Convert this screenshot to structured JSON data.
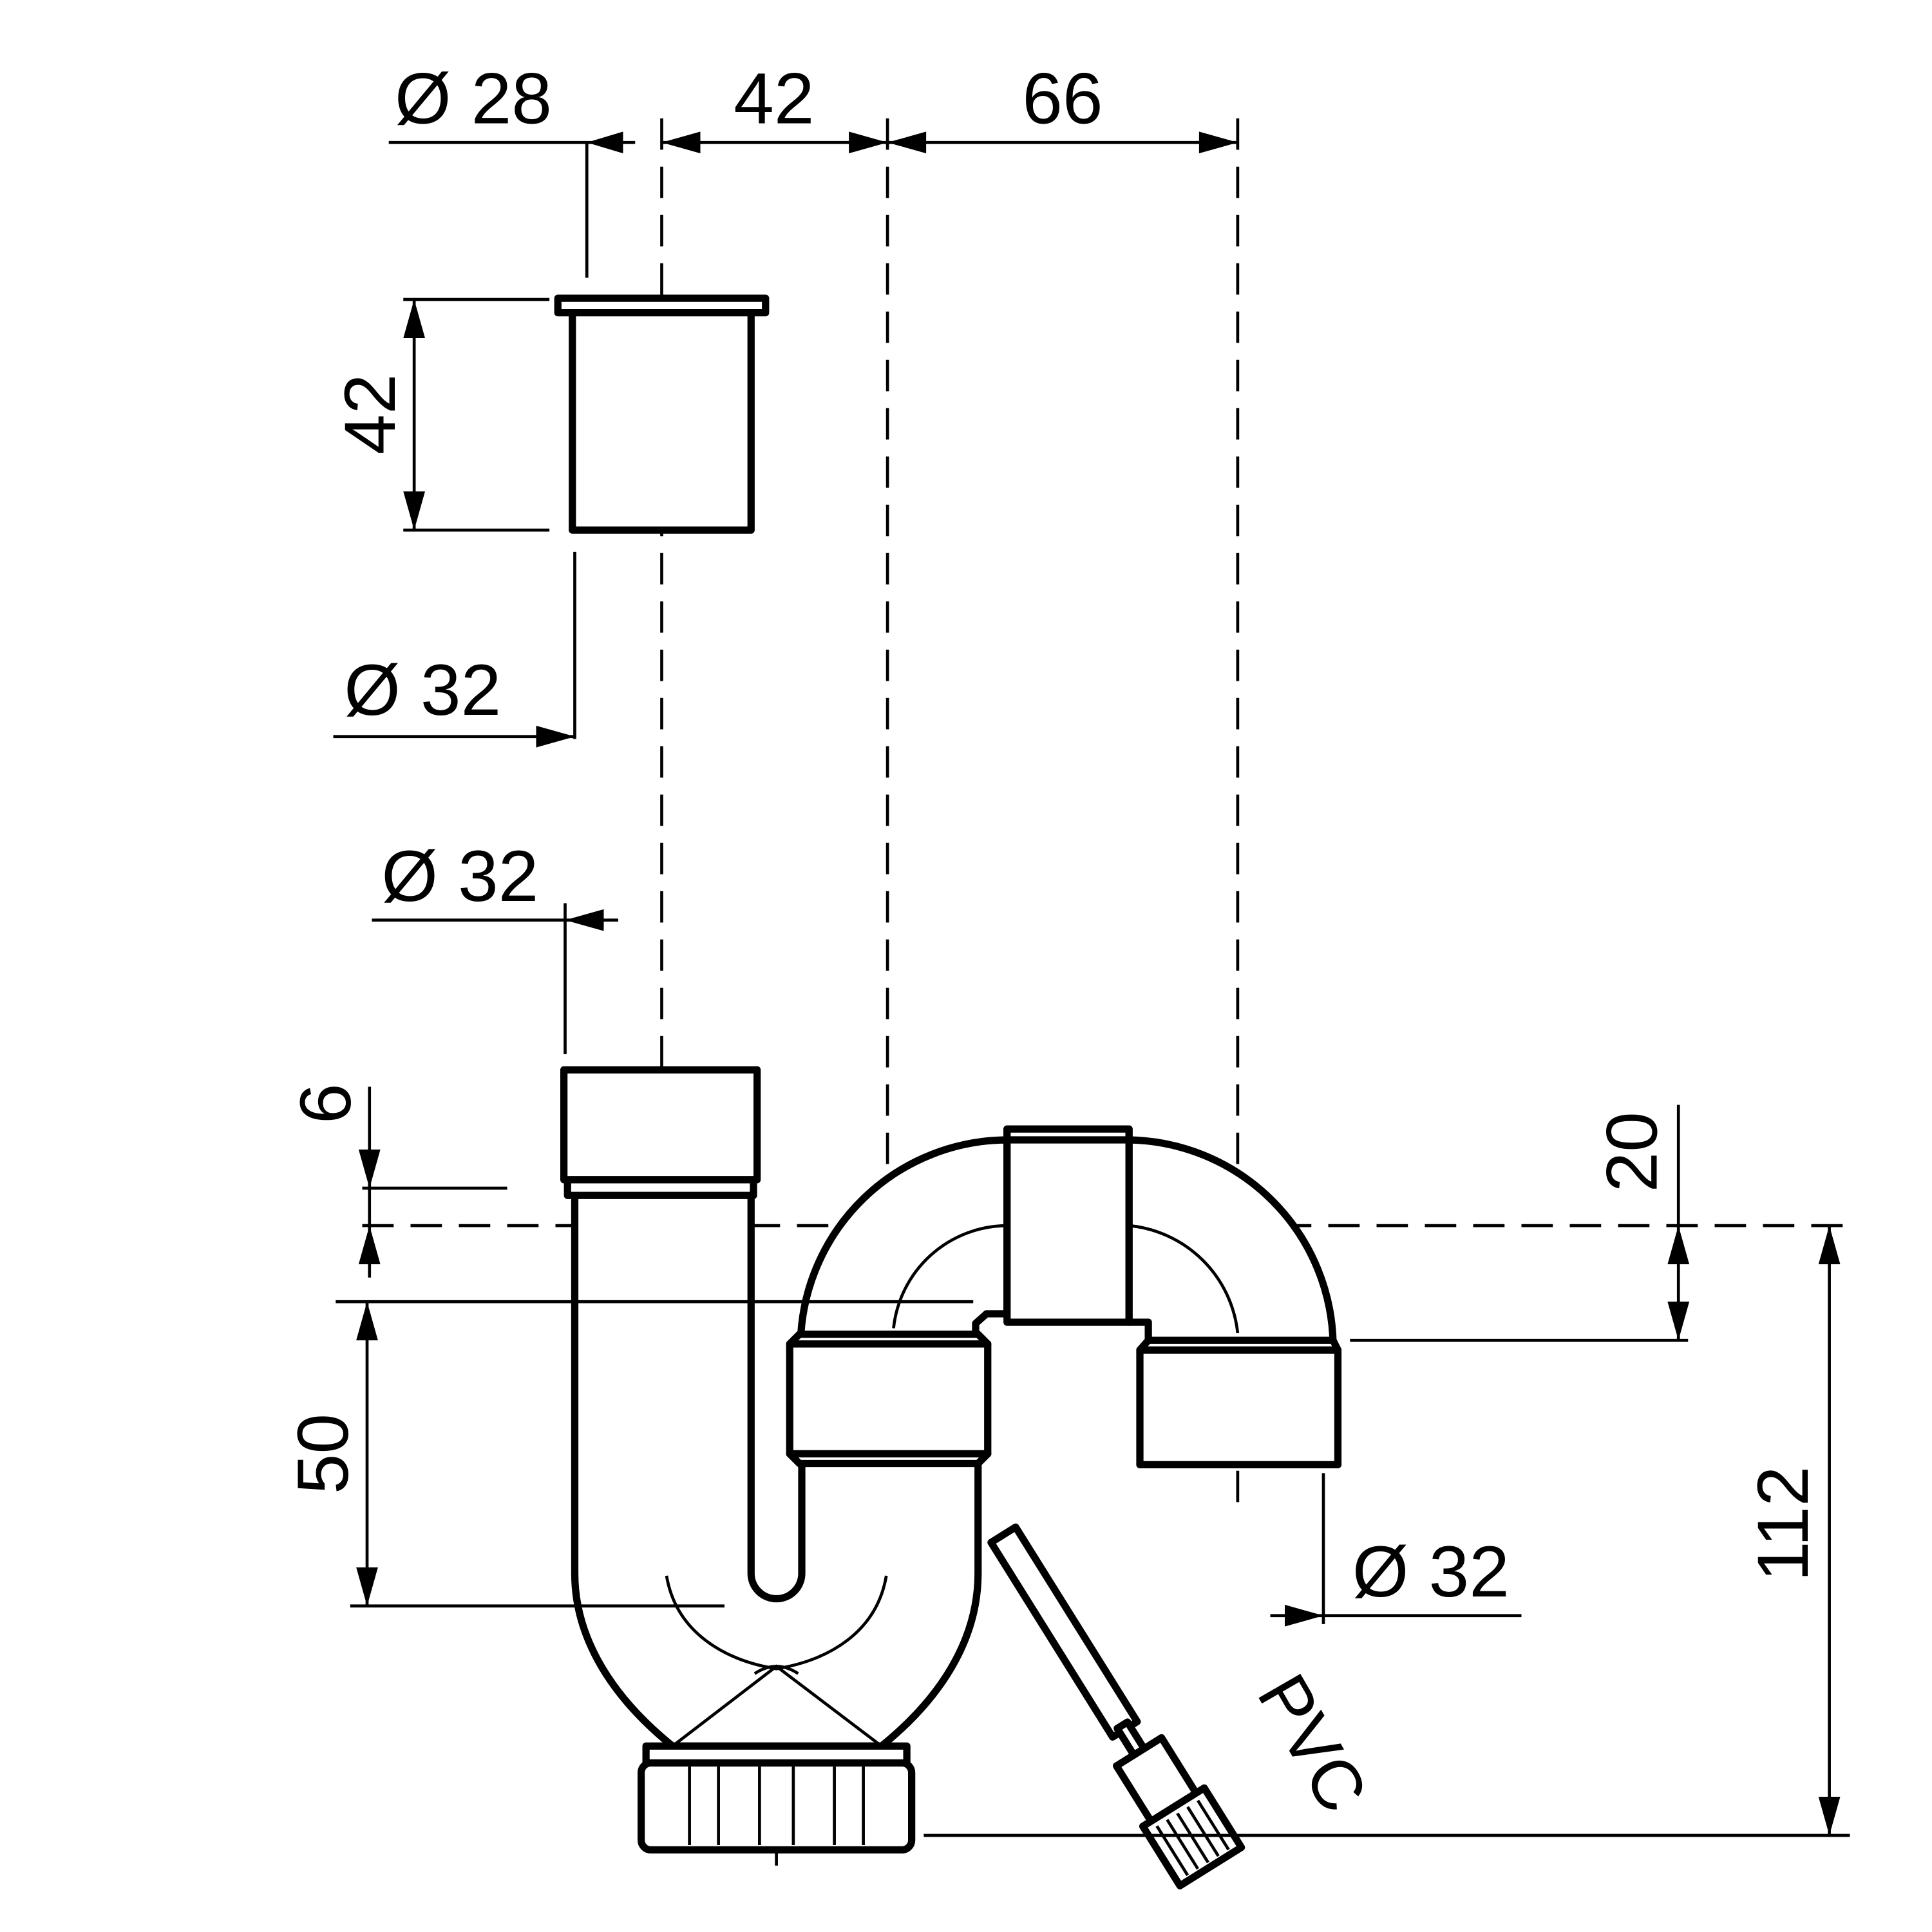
{
  "dimensions": {
    "inlet_diameter": "Ø 28",
    "inlet_offset": "42",
    "outlet_offset": "66",
    "sleeve_height": "42",
    "sleeve_outer_diameter": "Ø 32",
    "trap_inlet_diameter": "Ø 32",
    "cap_height": "6",
    "bend_drop": "20",
    "seal_depth": "50",
    "outlet_diameter": "Ø 32",
    "total_height": "112"
  },
  "brush_label": "PVC"
}
